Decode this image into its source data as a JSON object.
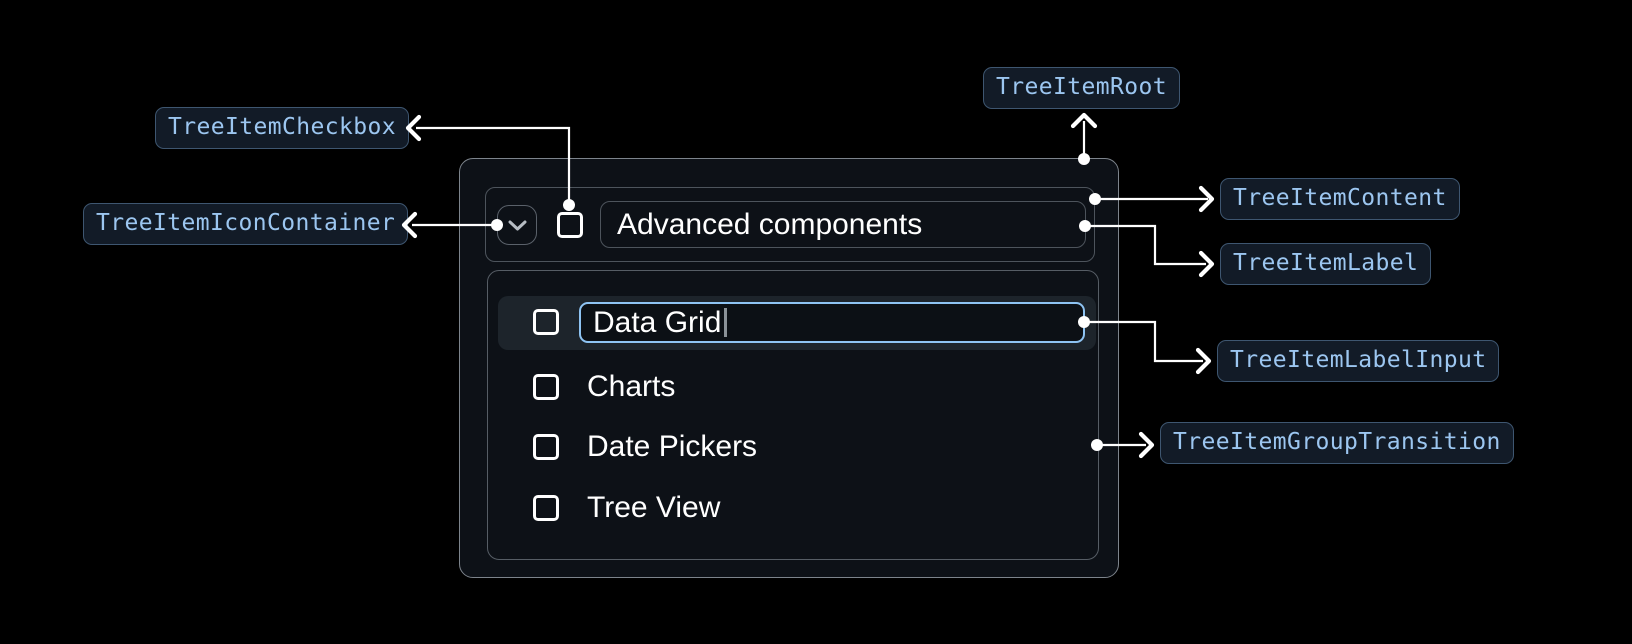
{
  "tree": {
    "header": {
      "expand_icon": "chevron-down",
      "checkbox_checked": false,
      "label": "Advanced components"
    },
    "children": [
      {
        "label": "Data Grid",
        "state": "editing",
        "checkbox_checked": false
      },
      {
        "label": "Charts",
        "checkbox_checked": false
      },
      {
        "label": "Date Pickers",
        "checkbox_checked": false
      },
      {
        "label": "Tree View",
        "checkbox_checked": false
      }
    ]
  },
  "annotations": {
    "checkbox": {
      "label": "TreeItemCheckbox"
    },
    "icon_container": {
      "label": "TreeItemIconContainer"
    },
    "root": {
      "label": "TreeItemRoot"
    },
    "content": {
      "label": "TreeItemContent"
    },
    "item_label": {
      "label": "TreeItemLabel"
    },
    "label_input": {
      "label": "TreeItemLabelInput"
    },
    "group_transition": {
      "label": "TreeItemGroupTransition"
    }
  },
  "colors": {
    "page_bg": "#000000",
    "tree_bg": "#0d1117",
    "root_border": "#7d848c",
    "inner_border": "#4d545c",
    "row_highlight": "#1d242b",
    "input_border": "#8ec3f2",
    "text": "#ffffff",
    "annotation_text": "#9cc6f0",
    "annotation_bg": "#121b27",
    "annotation_border": "#3e5670",
    "connector": "#ffffff"
  }
}
